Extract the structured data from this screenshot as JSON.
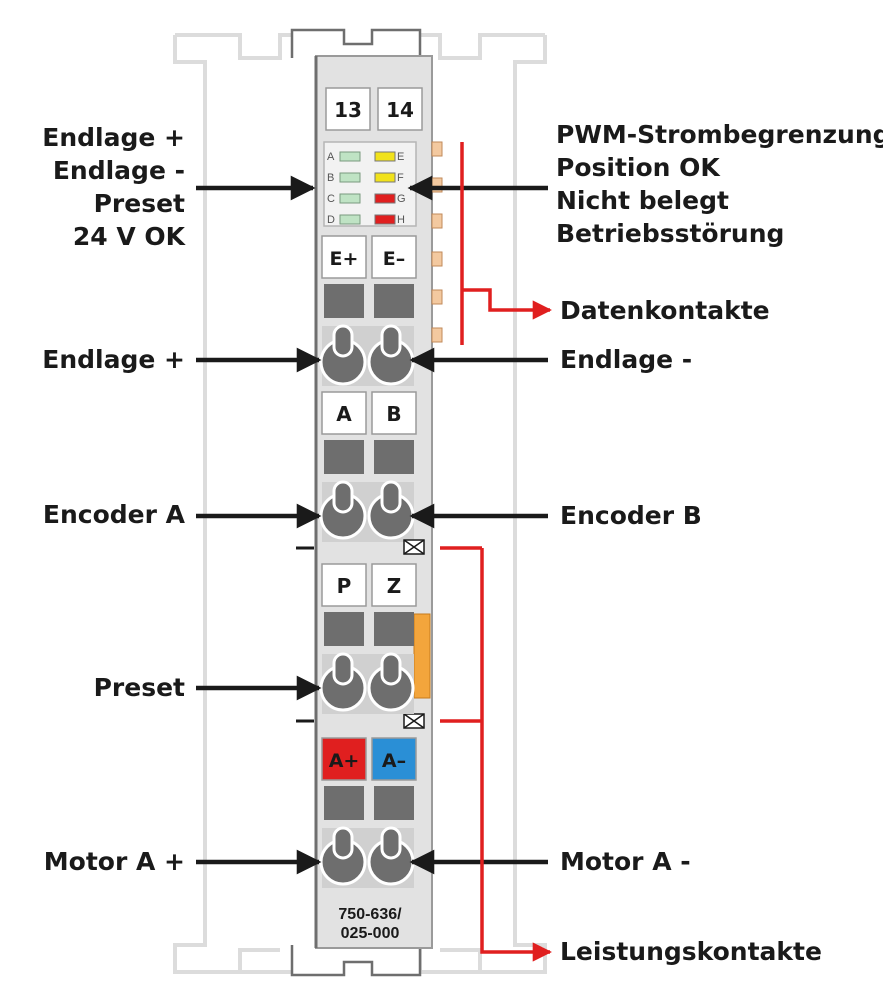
{
  "terminals": {
    "top_labels": [
      "13",
      "14"
    ],
    "leds": {
      "left_letters": [
        "A",
        "B",
        "C",
        "D"
      ],
      "right_letters": [
        "E",
        "F",
        "G",
        "H"
      ],
      "left_colors": [
        "#bfe3c4",
        "#bfe3c4",
        "#bfe3c4",
        "#bfe3c4"
      ],
      "right_colors": [
        "#f1e21b",
        "#f1e21b",
        "#e01f1f",
        "#e01f1f"
      ]
    },
    "slot_labels": [
      "E+",
      "E–",
      "A",
      "B",
      "P",
      "Z",
      "A+",
      "A–"
    ],
    "model": [
      "750-636/",
      "025-000"
    ]
  },
  "labels": {
    "left_led": [
      "Endlage +",
      "Endlage -",
      "Preset",
      "24 V OK"
    ],
    "right_led": [
      "PWM-Strombegrenzung",
      "Position OK",
      "Nicht belegt",
      "Betriebsstörung"
    ],
    "datenkontakte": "Datenkontakte",
    "endlage_plus": "Endlage +",
    "endlage_minus": "Endlage -",
    "encoder_a": "Encoder A",
    "encoder_b": "Encoder B",
    "preset": "Preset",
    "motor_plus": "Motor A +",
    "motor_minus": "Motor A -",
    "leistungskontakte": "Leistungskontakte"
  },
  "colors": {
    "module": "#e2e2e2",
    "module_stroke": "#9a9a9a",
    "rail": "#d8d8d8",
    "arrow": "#1a1a1a",
    "contact_red": "#e01f1f",
    "slot_plus": "#e01f1f",
    "slot_minus": "#2a8fd6",
    "orange": "#f3a53c",
    "dark_slot": "#6e6e6e"
  }
}
